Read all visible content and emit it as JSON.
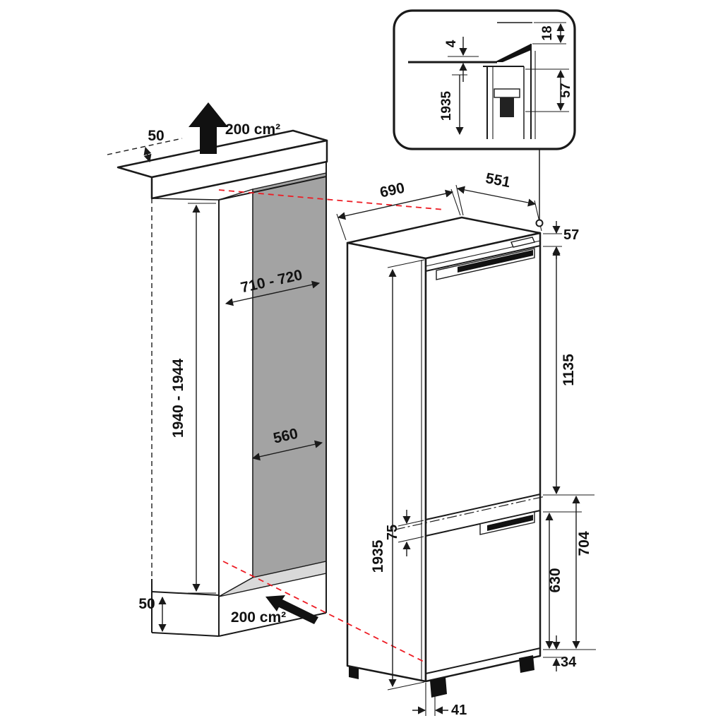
{
  "drawing": {
    "type": "built-in refrigerator installation dimension drawing",
    "units": "mm"
  },
  "colors": {
    "line": "#1a1a1a",
    "back_panel_gray": "#a3a3a3",
    "floor_gray": "#d9d9d9",
    "projection_red": "#ed1c24",
    "background": "#ffffff"
  },
  "niche": {
    "height_label": "1940 - 1944",
    "width_label": "710 - 720",
    "depth_label": "560",
    "top_clearance_label": "50",
    "bottom_clearance_label": "50",
    "top_vent_label": "200 cm²",
    "bottom_vent_label": "200 cm²"
  },
  "fridge": {
    "depth_label": "690",
    "width_label": "551",
    "top_hinge_label": "57",
    "upper_door_label": "1135",
    "door_gap_label": "75",
    "lower_door_label": "630",
    "lower_section_label": "704",
    "height_label": "1935",
    "base_height_label": "34",
    "base_recess_label": "41"
  },
  "inset": {
    "gap_label": "4",
    "panel_thickness_label": "18",
    "hinge_clearance_label": "57",
    "height_label": "1935"
  }
}
